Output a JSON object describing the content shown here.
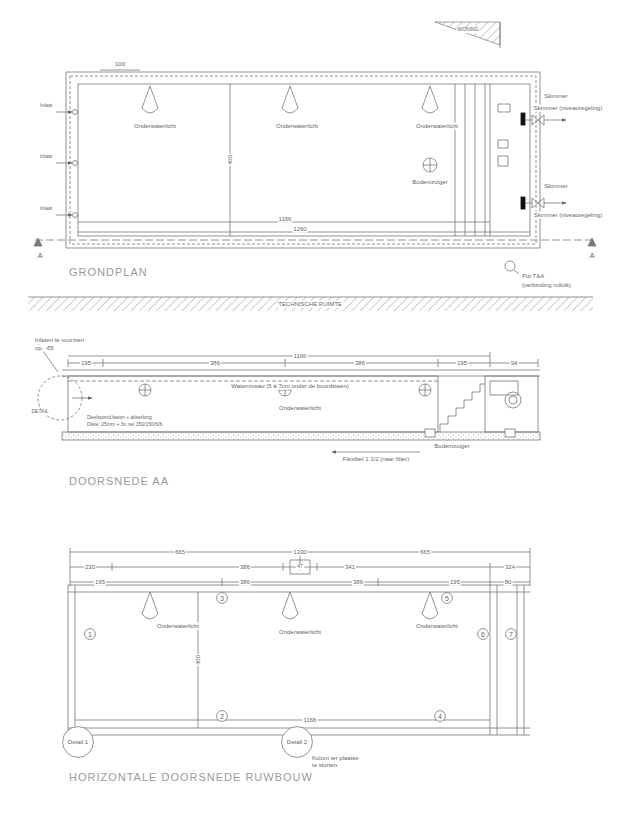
{
  "diagram": {
    "nodes": [
      {
        "text": [
          "3"
        ]
      },
      {
        "text": [
          "5"
        ]
      },
      {
        "text": [
          "1"
        ]
      },
      {
        "text": [
          "6"
        ]
      },
      {
        "text": [
          "7"
        ]
      },
      {
        "text": [
          "2"
        ]
      },
      {
        "text": [
          "4"
        ]
      },
      {
        "text": [
          "Detail 1"
        ]
      },
      {
        "text": [
          "Detail 2"
        ]
      }
    ],
    "labels": [
      "WONING",
      "100",
      "Inlaat",
      "Inlaat",
      "Inlaat",
      "Onderwaterlicht",
      "Onderwaterlicht",
      "Onderwaterlicht",
      "400",
      "Bodemzuiger",
      "Skimmer",
      "Skimmer (niveauregeling)",
      "Skimmer",
      "Skimmer (niveauregeling)",
      "1166",
      "1260",
      "A",
      "A",
      "GRONDPLAN",
      "Put T&A",
      "(verbinding rolluik)",
      "TECHNISCHE RUIMTE",
      "Inlaten te voorzien",
      "op. -65",
      "195",
      "1166",
      "386",
      "386",
      "195",
      "94",
      "Waterniveau (5 à 7cm onder de boordsteen)",
      "Onderwaterlicht",
      "DETAIL",
      "Deelspond beton + afwerking",
      "Dikte: 25mm + 3x net 150/150/6/6",
      "Flexibel 1 1/2 (naar filter)",
      "Bodemzuiger",
      "DOORSNEDE AA",
      "1330",
      "665",
      "665",
      "230",
      "386",
      "47",
      "341",
      "324",
      "195",
      "386",
      "386",
      "195",
      "80",
      "Onderwaterlicht",
      "Onderwaterlicht",
      "Onderwaterlicht",
      "400",
      "1166",
      "Kolom ter plaatse te storten",
      "HORIZONTALE DOORSNEDE RUWBOUW"
    ]
  }
}
